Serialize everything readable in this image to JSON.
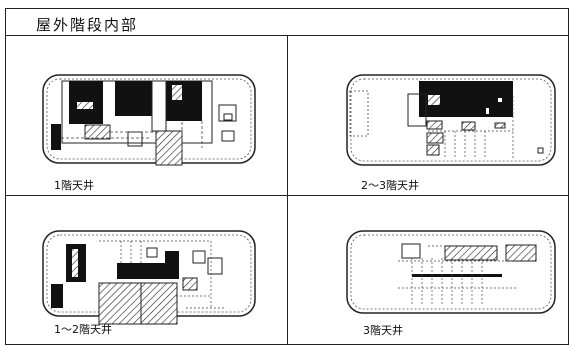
{
  "title": "屋外階段内部",
  "panels": [
    {
      "caption": "1階天井"
    },
    {
      "caption": "2～3階天井"
    },
    {
      "caption": "1～2階天井"
    },
    {
      "caption": "3階天井"
    }
  ]
}
